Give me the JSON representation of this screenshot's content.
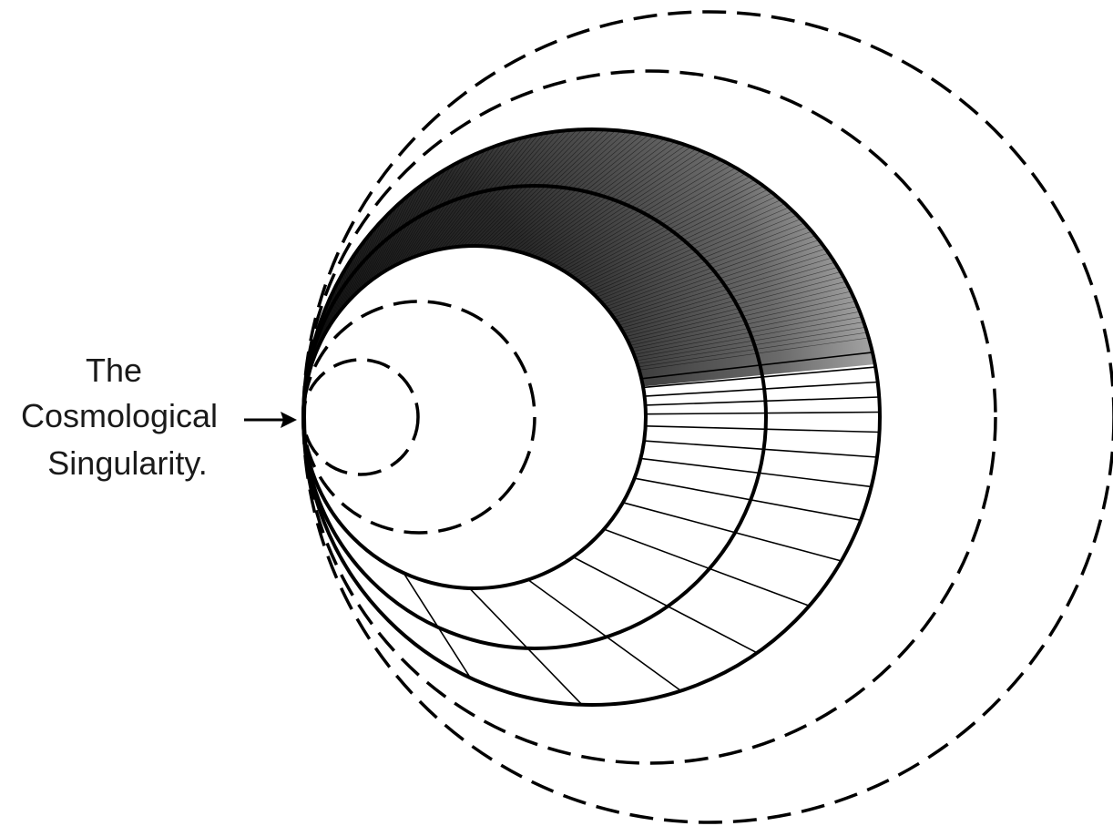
{
  "annotation": {
    "lines": [
      "The",
      "Cosmological",
      "Singularity."
    ]
  },
  "colors": {
    "stroke": "#000000",
    "shade_dark": "#1c1c1c",
    "shade_light": "#9a9a9a",
    "background": "#ffffff"
  }
}
